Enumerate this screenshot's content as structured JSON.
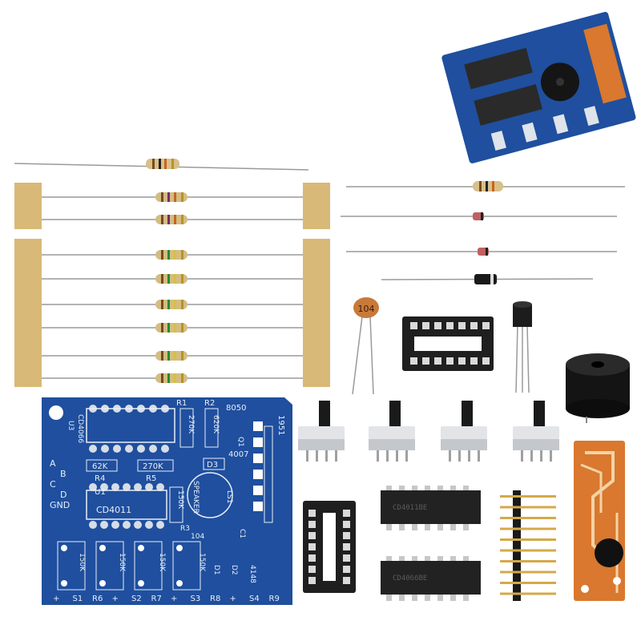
{
  "image": {
    "subject": "DIY electronic kit",
    "colors": {
      "background": "#ffffff",
      "pcb_blue": "#1f4f9e",
      "pcb_dark": "#173f80",
      "silkscreen": "#e8eef7",
      "pad": "#d7dde6",
      "tape": "#d9b978",
      "ic_black": "#222222",
      "header_gold": "#d4a94a",
      "buzzer_black": "#141414",
      "orange_board": "#d9782e",
      "copper": "#f3d3a6"
    }
  },
  "board_labels": {
    "u3": "CD4066",
    "u3_designator": "U3",
    "r1": "R1",
    "r2": "R2",
    "r1_value": "270K",
    "r2_value": "620K",
    "q_8050": "8050",
    "q1": "Q1",
    "d_1951": "1951",
    "d_4007": "4007",
    "r4_value": "62K",
    "r5_value": "270K",
    "d3": "D3",
    "r4": "R4",
    "r5": "R5",
    "u1": "U1",
    "u2": "CD4011",
    "r3_value": "150K",
    "r3": "R3",
    "speaker": "SPEAKER",
    "ls1": "LS1",
    "c1": "C1",
    "c1_value": "104",
    "pins_abcd": [
      "A",
      "B",
      "C",
      "D",
      "GND"
    ],
    "r6_value": "150K",
    "r7_value": "150K",
    "r8_value": "150K",
    "r9_value": "150K",
    "d1": "D1",
    "d2": "D2",
    "d_4148": "4148",
    "bottom_row": [
      "+",
      "S1",
      "R6",
      "+",
      "S2",
      "R7",
      "+",
      "S3",
      "R8",
      "+",
      "S4",
      "R9"
    ]
  },
  "component_labels": {
    "capacitor": "104",
    "ic_top": "CD4011BE",
    "ic_bottom": "CD4066BE"
  }
}
